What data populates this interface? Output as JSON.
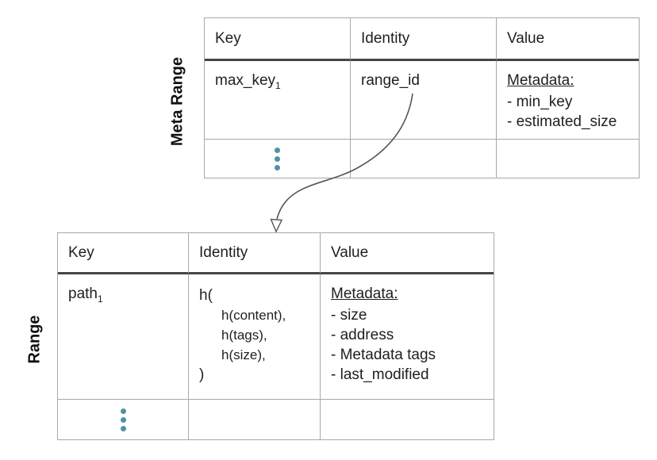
{
  "colors": {
    "border": "#a8a8a8",
    "header_separator": "#454545",
    "text": "#1f1f1f",
    "ellipsis_dot": "#4e93a4",
    "arrow": "#555555"
  },
  "icons": {
    "ellipsis": "vertical-ellipsis-icon",
    "arrowhead": "open-arrowhead-icon"
  },
  "tables": {
    "meta_range": {
      "label": "Meta Range",
      "headers": [
        "Key",
        "Identity",
        "Value"
      ],
      "row": {
        "key_base": "max_key",
        "key_sub": "1",
        "identity": "range_id",
        "value_heading": "Metadata:",
        "value_items": [
          "- min_key",
          "- estimated_size"
        ]
      }
    },
    "range": {
      "label": "Range",
      "headers": [
        "Key",
        "Identity",
        "Value"
      ],
      "row": {
        "key_base": "path",
        "key_sub": "1",
        "identity_lines": [
          "h(",
          "h(content),",
          "h(tags),",
          "h(size),",
          ")"
        ],
        "value_heading": "Metadata:",
        "value_items": [
          "- size",
          "- address",
          "- Metadata tags",
          "- last_modified"
        ]
      }
    }
  }
}
